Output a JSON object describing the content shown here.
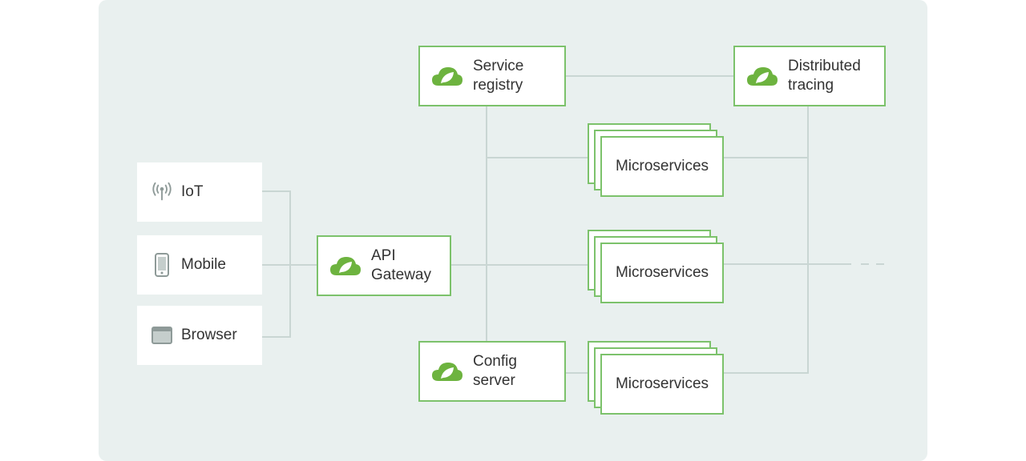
{
  "clients": {
    "iot": {
      "label": "IoT",
      "icon": "antenna-icon"
    },
    "mobile": {
      "label": "Mobile",
      "icon": "smartphone-icon"
    },
    "browser": {
      "label": "Browser",
      "icon": "browser-window-icon"
    }
  },
  "gateway": {
    "line1": "API",
    "line2": "Gateway",
    "icon": "spring-leaf-icon"
  },
  "service_registry": {
    "line1": "Service",
    "line2": "registry",
    "icon": "spring-leaf-icon"
  },
  "config_server": {
    "line1": "Config",
    "line2": "server",
    "icon": "spring-leaf-icon"
  },
  "distributed_tracing": {
    "line1": "Distributed",
    "line2": "tracing",
    "icon": "spring-leaf-icon"
  },
  "microservices": [
    {
      "label": "Microservices"
    },
    {
      "label": "Microservices"
    },
    {
      "label": "Microservices"
    }
  ],
  "colors": {
    "accent": "#7cc26b",
    "connector": "#c9d6d3",
    "background": "#e9f0ef",
    "icon_gray": "#8e9a98"
  }
}
